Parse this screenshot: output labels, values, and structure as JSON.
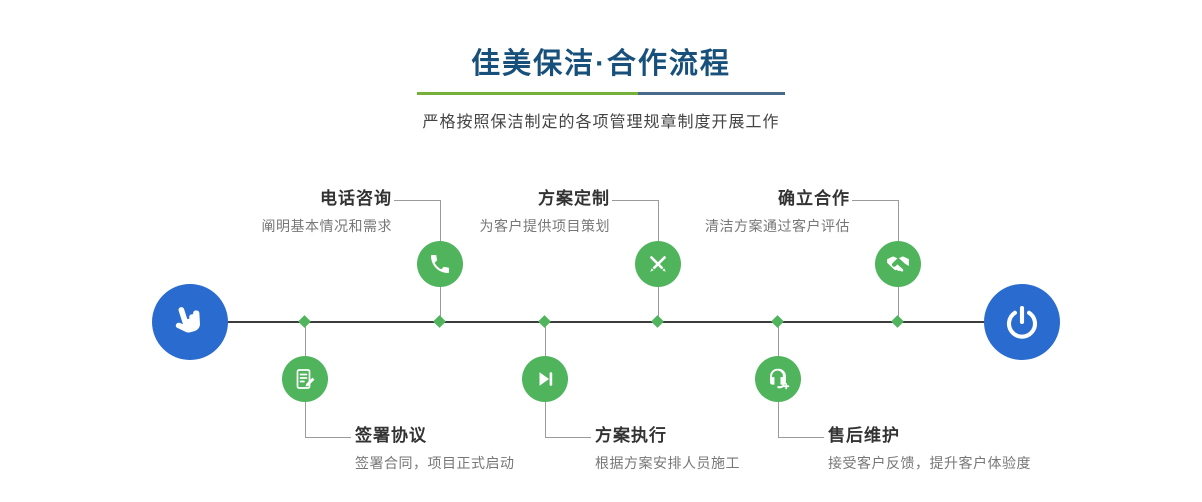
{
  "header": {
    "title": "佳美保洁·合作流程",
    "subtitle": "严格按照保洁制定的各项管理规章制度开展工作"
  },
  "colors": {
    "accent-green": "#4fb45c",
    "accent-blue": "#2a6bd0",
    "title-navy": "#17507a",
    "divider-green": "#76b038",
    "divider-blue": "#47698a",
    "line-dark": "#3c3c3c",
    "connector-gray": "#9b9b9b"
  },
  "timeline": {
    "start_icon": "hand-pointer-icon",
    "end_icon": "power-icon"
  },
  "steps_top": [
    {
      "label": "电话咨询",
      "desc": "阐明基本情况和需求",
      "icon": "phone-icon"
    },
    {
      "label": "方案定制",
      "desc": "为客户提供项目策划",
      "icon": "design-icon"
    },
    {
      "label": "确立合作",
      "desc": "清洁方案通过客户评估",
      "icon": "handshake-icon"
    }
  ],
  "steps_bottom": [
    {
      "label": "签署协议",
      "desc": "签署合同，项目正式启动",
      "icon": "contract-icon"
    },
    {
      "label": "方案执行",
      "desc": "根据方案安排人员施工",
      "icon": "execute-icon"
    },
    {
      "label": "售后维护",
      "desc": "接受客户反馈，提升客户体验度",
      "icon": "support-icon"
    }
  ]
}
